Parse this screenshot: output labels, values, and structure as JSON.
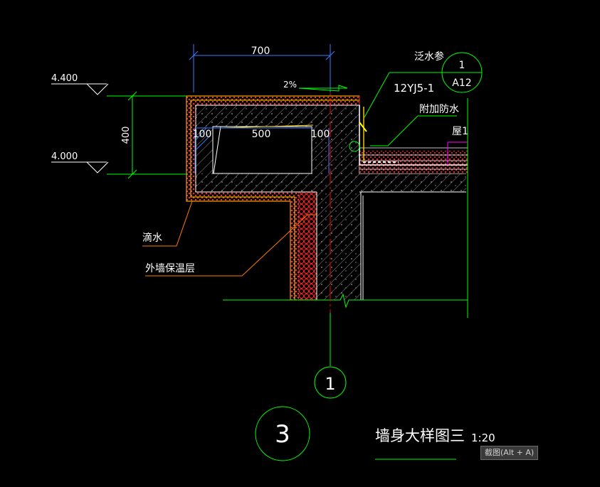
{
  "drawing": {
    "title": "墙身大样图三",
    "scale": "1:20",
    "detail_number": "3",
    "axis_label": "1"
  },
  "dimensions": {
    "width_total": "700",
    "width_left": "100",
    "width_mid": "500",
    "width_right": "100",
    "height": "400",
    "slope": "2%"
  },
  "elevations": {
    "top": "4.400",
    "bottom": "4.000"
  },
  "reference": {
    "label": "泛水参",
    "code": "12YJ5-1",
    "bubble_top": "1",
    "bubble_bottom": "A12"
  },
  "annotations": {
    "extra_waterproof": "附加防水",
    "roof": "屋1",
    "drip": "滴水",
    "insulation": "外墙保温层"
  },
  "tooltip": "截图(Alt + A)",
  "colors": {
    "background": "#000000",
    "line": "#00ff00",
    "dimension": "#3a7bff",
    "text": "#ffffff",
    "concrete": "#7f7f7f",
    "insulation": "#ff2a2a",
    "leader": "#ff7a00",
    "centerline": "#ff0000"
  }
}
